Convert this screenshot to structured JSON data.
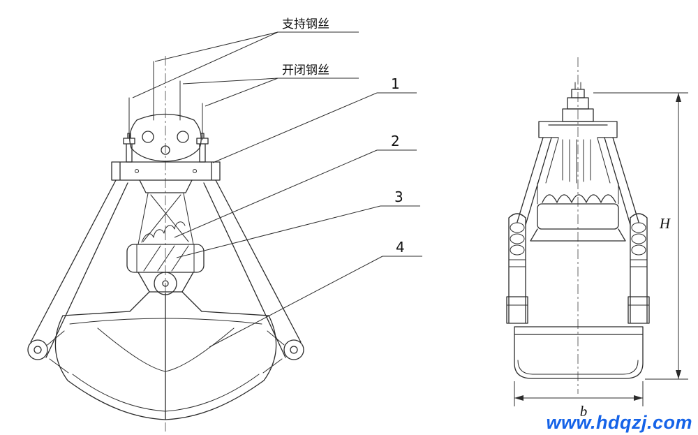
{
  "drawing": {
    "line_color": "#2b2b2b",
    "background_color": "#ffffff",
    "front_view": {
      "support_wire_label": "支持钢丝",
      "open_close_wire_label": "开闭钢丝",
      "callouts": [
        "1",
        "2",
        "3",
        "4"
      ]
    },
    "side_view": {
      "height_dim_label": "H",
      "width_dim_label": "b"
    }
  },
  "watermark": {
    "text": "www.hdqzj.com",
    "color": "#1563e8"
  }
}
